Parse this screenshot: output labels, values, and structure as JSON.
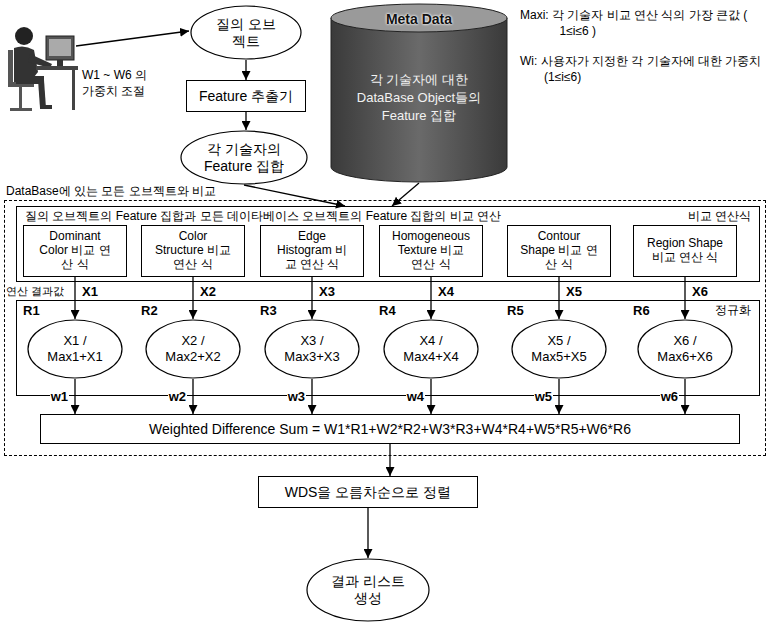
{
  "diagram": {
    "nodes": [
      {
        "text": [
          "질의 오브젝트"
        ]
      },
      {
        "text": [
          "Feature 추출기"
        ]
      },
      {
        "text": [
          "각 기술자의 Feature 집합"
        ]
      },
      {
        "text": [
          "Meta Data",
          "각 기술자에 대한 DataBase Object들의 Feature 집합"
        ]
      },
      {
        "text": [
          "DataBase에 있는 모든 오브젝트와 비교"
        ]
      },
      {
        "text": [
          "질의 오브젝트의 Feature 집합과 모든 데이타베이스 오브젝트의 Feature 집합의 비교 연산",
          "비교 연산식"
        ],
        "in": 4
      },
      {
        "text": [
          "Dominant Color 비교 연산 식"
        ],
        "in": 5
      },
      {
        "text": [
          "Color Structure 비교 연산 식"
        ],
        "in": 5
      },
      {
        "text": [
          "Edge Histogram 비교 연산 식"
        ],
        "in": 5
      },
      {
        "text": [
          "Homogeneous Texture 비교 연산 식"
        ],
        "in": 5
      },
      {
        "text": [
          "Contour Shape 비교 연산 식"
        ],
        "in": 5
      },
      {
        "text": [
          "Region Shape 비교 연산 식"
        ],
        "in": 5
      },
      {
        "text": [
          "정규화"
        ],
        "in": 4
      },
      {
        "text": [
          "R1",
          "X1 / Max1+X1"
        ],
        "in": 12
      },
      {
        "text": [
          "R2",
          "X2 / Max2+X2"
        ],
        "in": 12
      },
      {
        "text": [
          "R3",
          "X3 / Max3+X3"
        ],
        "in": 12
      },
      {
        "text": [
          "R4",
          "X4 / Max4+X4"
        ],
        "in": 12
      },
      {
        "text": [
          "R5",
          "X5 / Max5+X5"
        ],
        "in": 12
      },
      {
        "text": [
          "R6",
          "X6 / Max6+X6"
        ],
        "in": 12
      },
      {
        "text": [
          "Weighted Difference Sum = W1*R1+W2*R2+W3*R3+W4*R4+W5*R5+W6*R6"
        ],
        "in": 4
      },
      {
        "text": [
          "WDS을 오름차순으로 정렬"
        ]
      },
      {
        "text": [
          "결과 리스트 생성"
        ]
      }
    ],
    "edges": [
      {
        "from": 0,
        "to": 1,
        "arrow": "to"
      },
      {
        "from": 1,
        "to": 2,
        "arrow": "to"
      },
      {
        "from": 2,
        "to": 5,
        "arrow": "to"
      },
      {
        "from": 3,
        "to": 5,
        "arrow": "to"
      },
      {
        "from": 6,
        "to": 13,
        "label": "X1",
        "arrow": "to"
      },
      {
        "from": 7,
        "to": 14,
        "label": "X2",
        "arrow": "to"
      },
      {
        "from": 8,
        "to": 15,
        "label": "X3",
        "arrow": "to"
      },
      {
        "from": 9,
        "to": 16,
        "label": "X4",
        "arrow": "to"
      },
      {
        "from": 10,
        "to": 17,
        "label": "X5",
        "arrow": "to"
      },
      {
        "from": 11,
        "to": 18,
        "label": "X6",
        "arrow": "to"
      },
      {
        "from": 13,
        "to": 19,
        "label": "w1",
        "arrow": "to"
      },
      {
        "from": 14,
        "to": 19,
        "label": "w2",
        "arrow": "to"
      },
      {
        "from": 15,
        "to": 19,
        "label": "w3",
        "arrow": "to"
      },
      {
        "from": 16,
        "to": 19,
        "label": "w4",
        "arrow": "to"
      },
      {
        "from": 17,
        "to": 19,
        "label": "w5",
        "arrow": "to"
      },
      {
        "from": 18,
        "to": 19,
        "label": "w6",
        "arrow": "to"
      },
      {
        "from": 19,
        "to": 20,
        "arrow": "to"
      },
      {
        "from": 20,
        "to": 21,
        "arrow": "to"
      }
    ],
    "labels": [
      "W1 ~ W6 의 가중치 조절",
      "Maxi: 각 기술자 비교 연산 식의 가장 큰값 ( 1≤i≤6 )",
      "Wi: 사용자가 지정한 각 기술자에 대한 가중치 (1≤i≤6)",
      "연산 결과값"
    ]
  }
}
